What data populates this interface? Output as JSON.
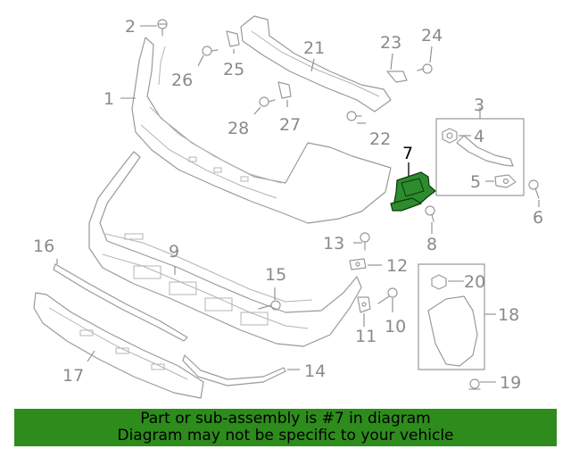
{
  "callouts": {
    "c1": "1",
    "c2": "2",
    "c3": "3",
    "c4": "4",
    "c5": "5",
    "c6": "6",
    "c7": "7",
    "c8": "8",
    "c9": "9",
    "c10": "10",
    "c11": "11",
    "c12": "12",
    "c13": "13",
    "c14": "14",
    "c15": "15",
    "c16": "16",
    "c17": "17",
    "c18": "18",
    "c19": "19",
    "c20": "20",
    "c21": "21",
    "c22": "22",
    "c23": "23",
    "c24": "24",
    "c25": "25",
    "c26": "26",
    "c27": "27",
    "c28": "28"
  },
  "highlighted_part": "7",
  "colors": {
    "highlight": "#2e8b2e",
    "banner": "#2d8c1c",
    "lines": "#9a9a9a"
  },
  "footer": {
    "line1": "Part or sub-assembly is #7 in diagram",
    "line2": "Diagram may not be specific to your vehicle"
  }
}
